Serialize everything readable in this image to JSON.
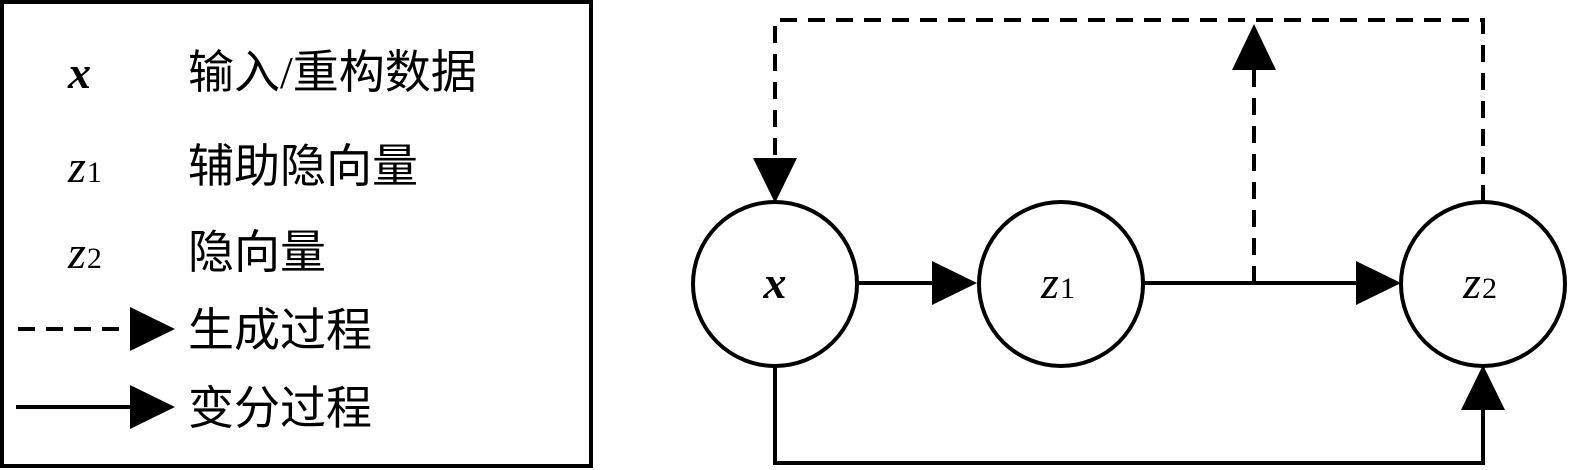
{
  "legend": {
    "items": [
      {
        "symbol": "x",
        "subscript": "",
        "text": "输入/重构数据"
      },
      {
        "symbol": "z",
        "subscript": "1",
        "text": "辅助隐向量"
      },
      {
        "symbol": "z",
        "subscript": "2",
        "text": "隐向量"
      }
    ],
    "arrows": [
      {
        "style": "dashed",
        "text": "生成过程"
      },
      {
        "style": "solid",
        "text": "变分过程"
      }
    ]
  },
  "nodes": [
    {
      "symbol": "x",
      "subscript": ""
    },
    {
      "symbol": "z",
      "subscript": "1"
    },
    {
      "symbol": "z",
      "subscript": "2"
    }
  ],
  "edges": [
    {
      "from": "x",
      "to": "z1",
      "style": "solid",
      "process": "变分过程"
    },
    {
      "from": "z1",
      "to": "z2",
      "style": "solid",
      "process": "变分过程"
    },
    {
      "from": "x",
      "to": "z2",
      "style": "solid",
      "process": "变分过程"
    },
    {
      "from": "z2",
      "to": "x",
      "style": "dashed",
      "process": "生成过程"
    },
    {
      "from": "z1-z2 edge",
      "to": "top line",
      "style": "dashed",
      "process": "生成过程"
    }
  ],
  "colors": {
    "line": "#000000",
    "background": "#ffffff"
  }
}
